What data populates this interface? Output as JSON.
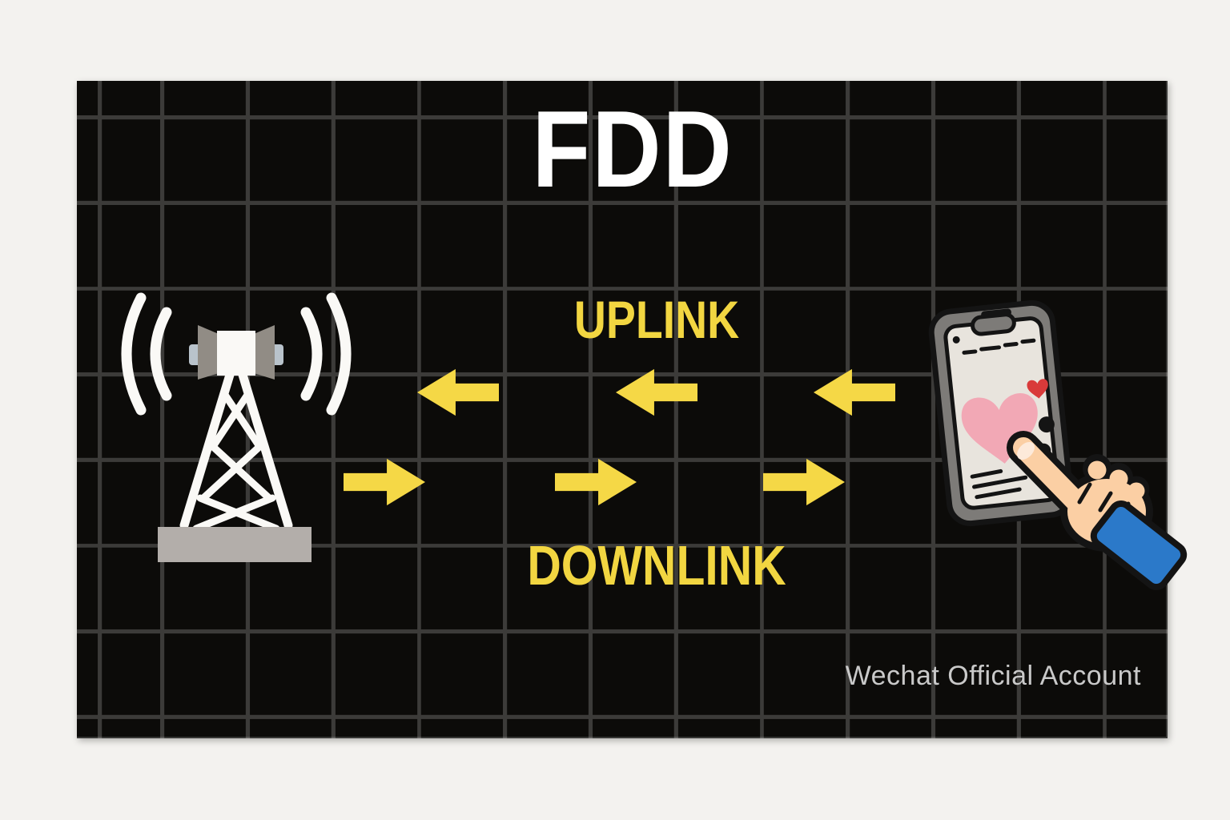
{
  "title": {
    "text": "FDD"
  },
  "labels": {
    "uplink": "UPLINK",
    "downlink": "DOWNLINK"
  },
  "watermark": {
    "text": "Wechat Official Account"
  },
  "diagram": {
    "left_node": "cell-tower",
    "right_node": "smartphone-with-tapping-hand",
    "uplink_arrows": {
      "direction": "left",
      "count": 3,
      "meaning": "phone to tower"
    },
    "downlink_arrows": {
      "direction": "right",
      "count": 3,
      "meaning": "tower to phone"
    }
  },
  "theme": {
    "bg": "#f3f2ef",
    "panel": "#0c0b09",
    "grid": "#3c3b39",
    "white": "#ffffff",
    "yellow": "#f2d641",
    "arrow": "#f5d846",
    "wm": "#c9c9c9",
    "towerWhite": "#faf9f6",
    "towerGray": "#b3aeaa",
    "antennaGray": "#918c85",
    "tabGray": "#b9c3cb",
    "frameGray": "#7d7b78",
    "screenCol": "#e8e4dd",
    "ink": "#141414",
    "heartPink": "#f2a8b5",
    "heartRed": "#d93a3a",
    "skin": "#fbcfa4",
    "nail": "#fdeada",
    "cuff": "#2b79c9"
  }
}
